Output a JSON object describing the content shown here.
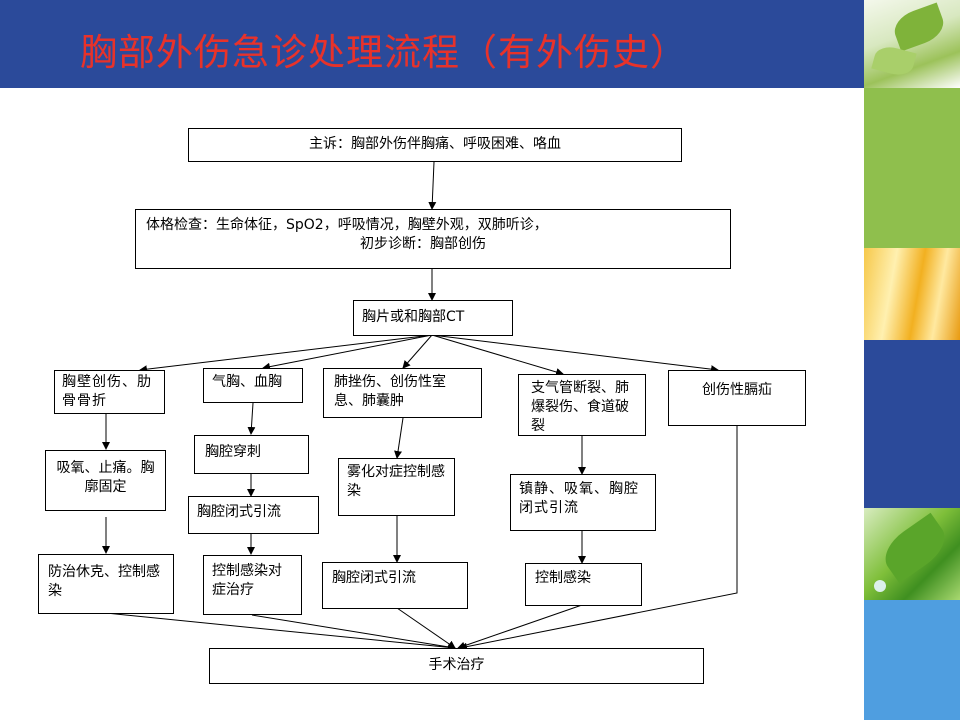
{
  "title": "胸部外伤急诊处理流程（有外伤史）",
  "nodes": {
    "complaint": "主诉：胸部外伤伴胸痛、呼吸困难、咯血",
    "exam_line1": "体格检查：生命体征，SpO2，呼吸情况，胸壁外观，双肺听诊，",
    "exam_line2": "初步诊断：胸部创伤",
    "imaging": "胸片或和胸部CT",
    "b1_title": "胸壁创伤、肋骨骨折",
    "b1_step1": "吸氧、止痛。胸廓固定",
    "b1_step2": "防治休克、控制感染",
    "b2_title": "气胸、血胸",
    "b2_step1": "胸腔穿刺",
    "b2_step2": "胸腔闭式引流",
    "b2_step3": "控制感染对症治疗",
    "b3_title": "肺挫伤、创伤性室息、肺囊肿",
    "b3_step1": "雾化对症控制感染",
    "b3_step2": "胸腔闭式引流",
    "b4_title": "支气管断裂、肺爆裂伤、食道破裂",
    "b4_step1": "镇静、吸氧、胸腔闭式引流",
    "b4_step2": "控制感染",
    "b5_title": "创伤性膈疝",
    "surgery": "手术治疗"
  }
}
